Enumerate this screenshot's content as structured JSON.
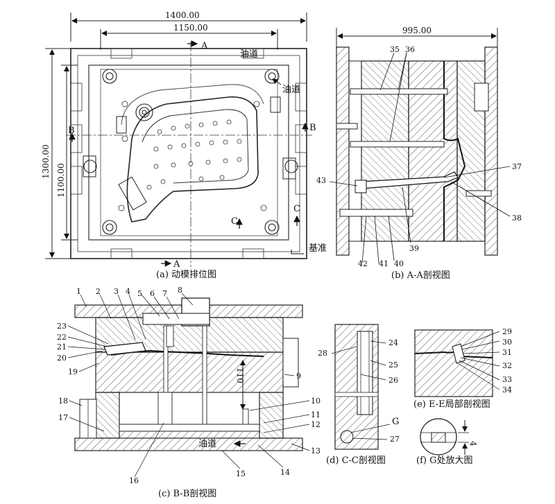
{
  "panels": {
    "a": {
      "caption": "(a) 动模排位图",
      "dim_width_outer": "1400.00",
      "dim_width_inner": "1150.00",
      "dim_height_outer": "1300.00",
      "dim_height_inner": "1100.00",
      "label_oil_1": "油道",
      "label_oil_2": "油道",
      "label_datum": "基准",
      "section_A": "A",
      "section_B": "B",
      "section_C": "C"
    },
    "b": {
      "caption": "(b) A-A剖视图",
      "dim_width": "995.00",
      "callouts": [
        "35",
        "36",
        "37",
        "38",
        "39",
        "40",
        "41",
        "42",
        "43"
      ]
    },
    "c": {
      "caption": "(c) B-B剖视图",
      "dim_110": "110",
      "label_oil": "油道",
      "callouts": [
        "1",
        "2",
        "3",
        "4",
        "5",
        "6",
        "7",
        "8",
        "9",
        "10",
        "11",
        "12",
        "13",
        "14",
        "15",
        "16",
        "17",
        "18",
        "19",
        "20",
        "21",
        "22",
        "23"
      ]
    },
    "d": {
      "caption": "(d) C-C剖视图",
      "callouts": [
        "24",
        "25",
        "26",
        "27",
        "28"
      ],
      "label_G": "G"
    },
    "e": {
      "caption": "(e) E-E局部剖视图",
      "callouts": [
        "29",
        "30",
        "31",
        "32",
        "33",
        "34"
      ]
    },
    "f": {
      "caption": "(f) G处放大图",
      "dim_4": "4"
    }
  },
  "colors": {
    "line": "#1a1a1a",
    "hatch": "#555555",
    "background": "#ffffff"
  }
}
